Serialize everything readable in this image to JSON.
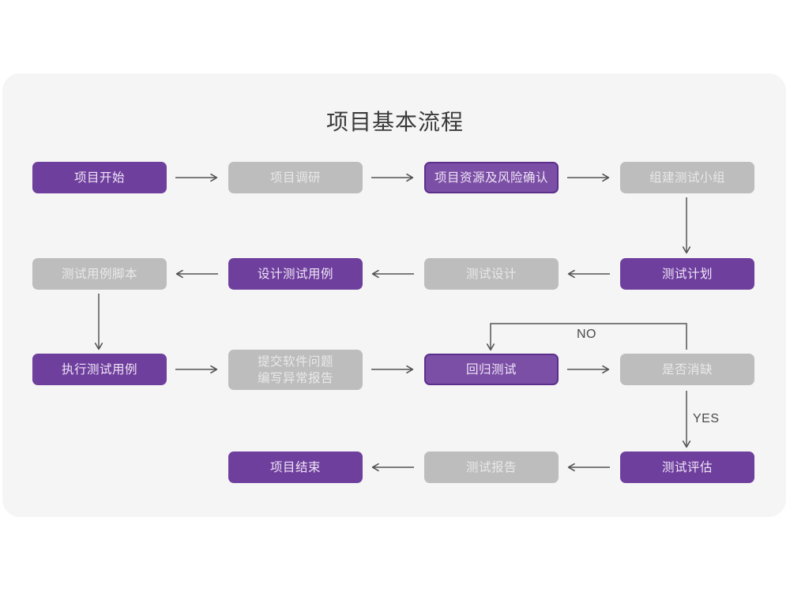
{
  "page": {
    "background": "#ffffff",
    "panel_color": "#f5f5f5"
  },
  "title": "项目基本流程",
  "colors": {
    "purple_fill": "#6f3f9e",
    "purple_outline_fill": "#7c4fa6",
    "purple_border": "#5d2f8c",
    "grey_fill": "#bdbdbd",
    "grey_text": "#e9e9e9",
    "purple_text": "#efe6f6",
    "arrow": "#555555",
    "title_text": "#3b3b3b"
  },
  "nodes": [
    {
      "id": "n1",
      "label": "项目开始",
      "style": "purple",
      "row": 1,
      "col": 1
    },
    {
      "id": "n2",
      "label": "项目调研",
      "style": "grey",
      "row": 1,
      "col": 2
    },
    {
      "id": "n3",
      "label": "项目资源及风险确认",
      "style": "purple-outline",
      "row": 1,
      "col": 3
    },
    {
      "id": "n4",
      "label": "组建测试小组",
      "style": "grey",
      "row": 1,
      "col": 4
    },
    {
      "id": "n5",
      "label": "测试用例脚本",
      "style": "grey",
      "row": 2,
      "col": 1
    },
    {
      "id": "n6",
      "label": "设计测试用例",
      "style": "purple",
      "row": 2,
      "col": 2
    },
    {
      "id": "n7",
      "label": "测试设计",
      "style": "grey",
      "row": 2,
      "col": 3
    },
    {
      "id": "n8",
      "label": "测试计划",
      "style": "purple",
      "row": 2,
      "col": 4
    },
    {
      "id": "n9",
      "label": "执行测试用例",
      "style": "purple",
      "row": 3,
      "col": 1
    },
    {
      "id": "n10",
      "label": "提交软件问题\n编写异常报告",
      "style": "grey",
      "row": 3,
      "col": 2
    },
    {
      "id": "n11",
      "label": "回归测试",
      "style": "purple-outline",
      "row": 3,
      "col": 3
    },
    {
      "id": "n12",
      "label": "是否消缺",
      "style": "grey",
      "row": 3,
      "col": 4
    },
    {
      "id": "n13",
      "label": "项目结束",
      "style": "purple",
      "row": 4,
      "col": 2
    },
    {
      "id": "n14",
      "label": "测试报告",
      "style": "grey",
      "row": 4,
      "col": 3
    },
    {
      "id": "n15",
      "label": "测试评估",
      "style": "purple",
      "row": 4,
      "col": 4
    }
  ],
  "edge_labels": {
    "no": "NO",
    "yes": "YES"
  },
  "edges": [
    {
      "from": "n1",
      "to": "n2",
      "dir": "right"
    },
    {
      "from": "n2",
      "to": "n3",
      "dir": "right"
    },
    {
      "from": "n3",
      "to": "n4",
      "dir": "right"
    },
    {
      "from": "n4",
      "to": "n8",
      "dir": "down"
    },
    {
      "from": "n8",
      "to": "n7",
      "dir": "left"
    },
    {
      "from": "n7",
      "to": "n6",
      "dir": "left"
    },
    {
      "from": "n6",
      "to": "n5",
      "dir": "left"
    },
    {
      "from": "n5",
      "to": "n9",
      "dir": "down"
    },
    {
      "from": "n9",
      "to": "n10",
      "dir": "right"
    },
    {
      "from": "n10",
      "to": "n11",
      "dir": "right"
    },
    {
      "from": "n11",
      "to": "n12",
      "dir": "right"
    },
    {
      "from": "n12",
      "to": "n11",
      "dir": "loop-up-left",
      "label": "NO"
    },
    {
      "from": "n12",
      "to": "n15",
      "dir": "down",
      "label": "YES"
    },
    {
      "from": "n15",
      "to": "n14",
      "dir": "left"
    },
    {
      "from": "n14",
      "to": "n13",
      "dir": "left"
    }
  ]
}
